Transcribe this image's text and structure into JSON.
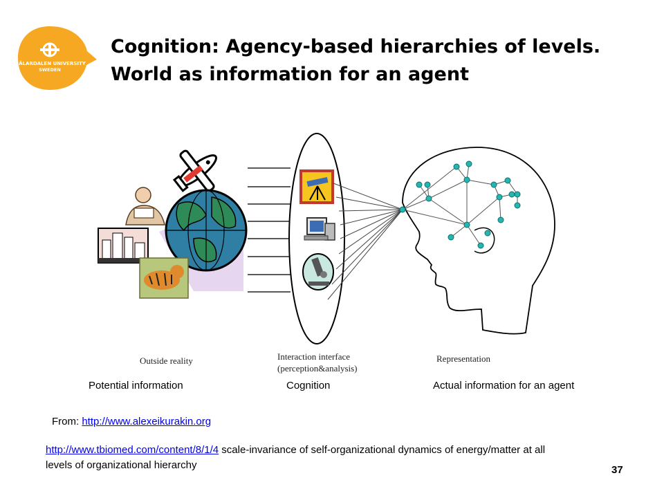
{
  "logo": {
    "line1": "MÄLARDALEN UNIVERSITY",
    "line2": "SWEDEN",
    "color": "#F7A823"
  },
  "title": {
    "line1": "Cognition: Agency-based hierarchies of levels.",
    "line2": "World  as information for an agent"
  },
  "figure": {
    "caption_outside": "Outside reality",
    "caption_interface_line1": "Interaction interface",
    "caption_interface_line2": "(perception&analysis)",
    "caption_representation": "Representation",
    "icons": [
      "airplane-icon",
      "person-icon",
      "city-icon",
      "globe-icon",
      "tiger-icon",
      "telescope-icon",
      "computer-icon",
      "microscope-icon",
      "brain-network-icon"
    ]
  },
  "labels": {
    "potential": "Potential information",
    "cognition": "Cognition",
    "actual": "Actual information for an agent"
  },
  "source": {
    "prefix": "From: ",
    "link": "http://www.alexeikurakin.org"
  },
  "reference": {
    "link": "http://www.tbiomed.com/content/8/1/4",
    "text": " scale-invariance of self-organizational dynamics of energy/matter at all levels of organizational hierarchy"
  },
  "page_number": "37",
  "colors": {
    "link": "#0000EE",
    "node": "#26B5B0",
    "logo": "#F7A823"
  }
}
